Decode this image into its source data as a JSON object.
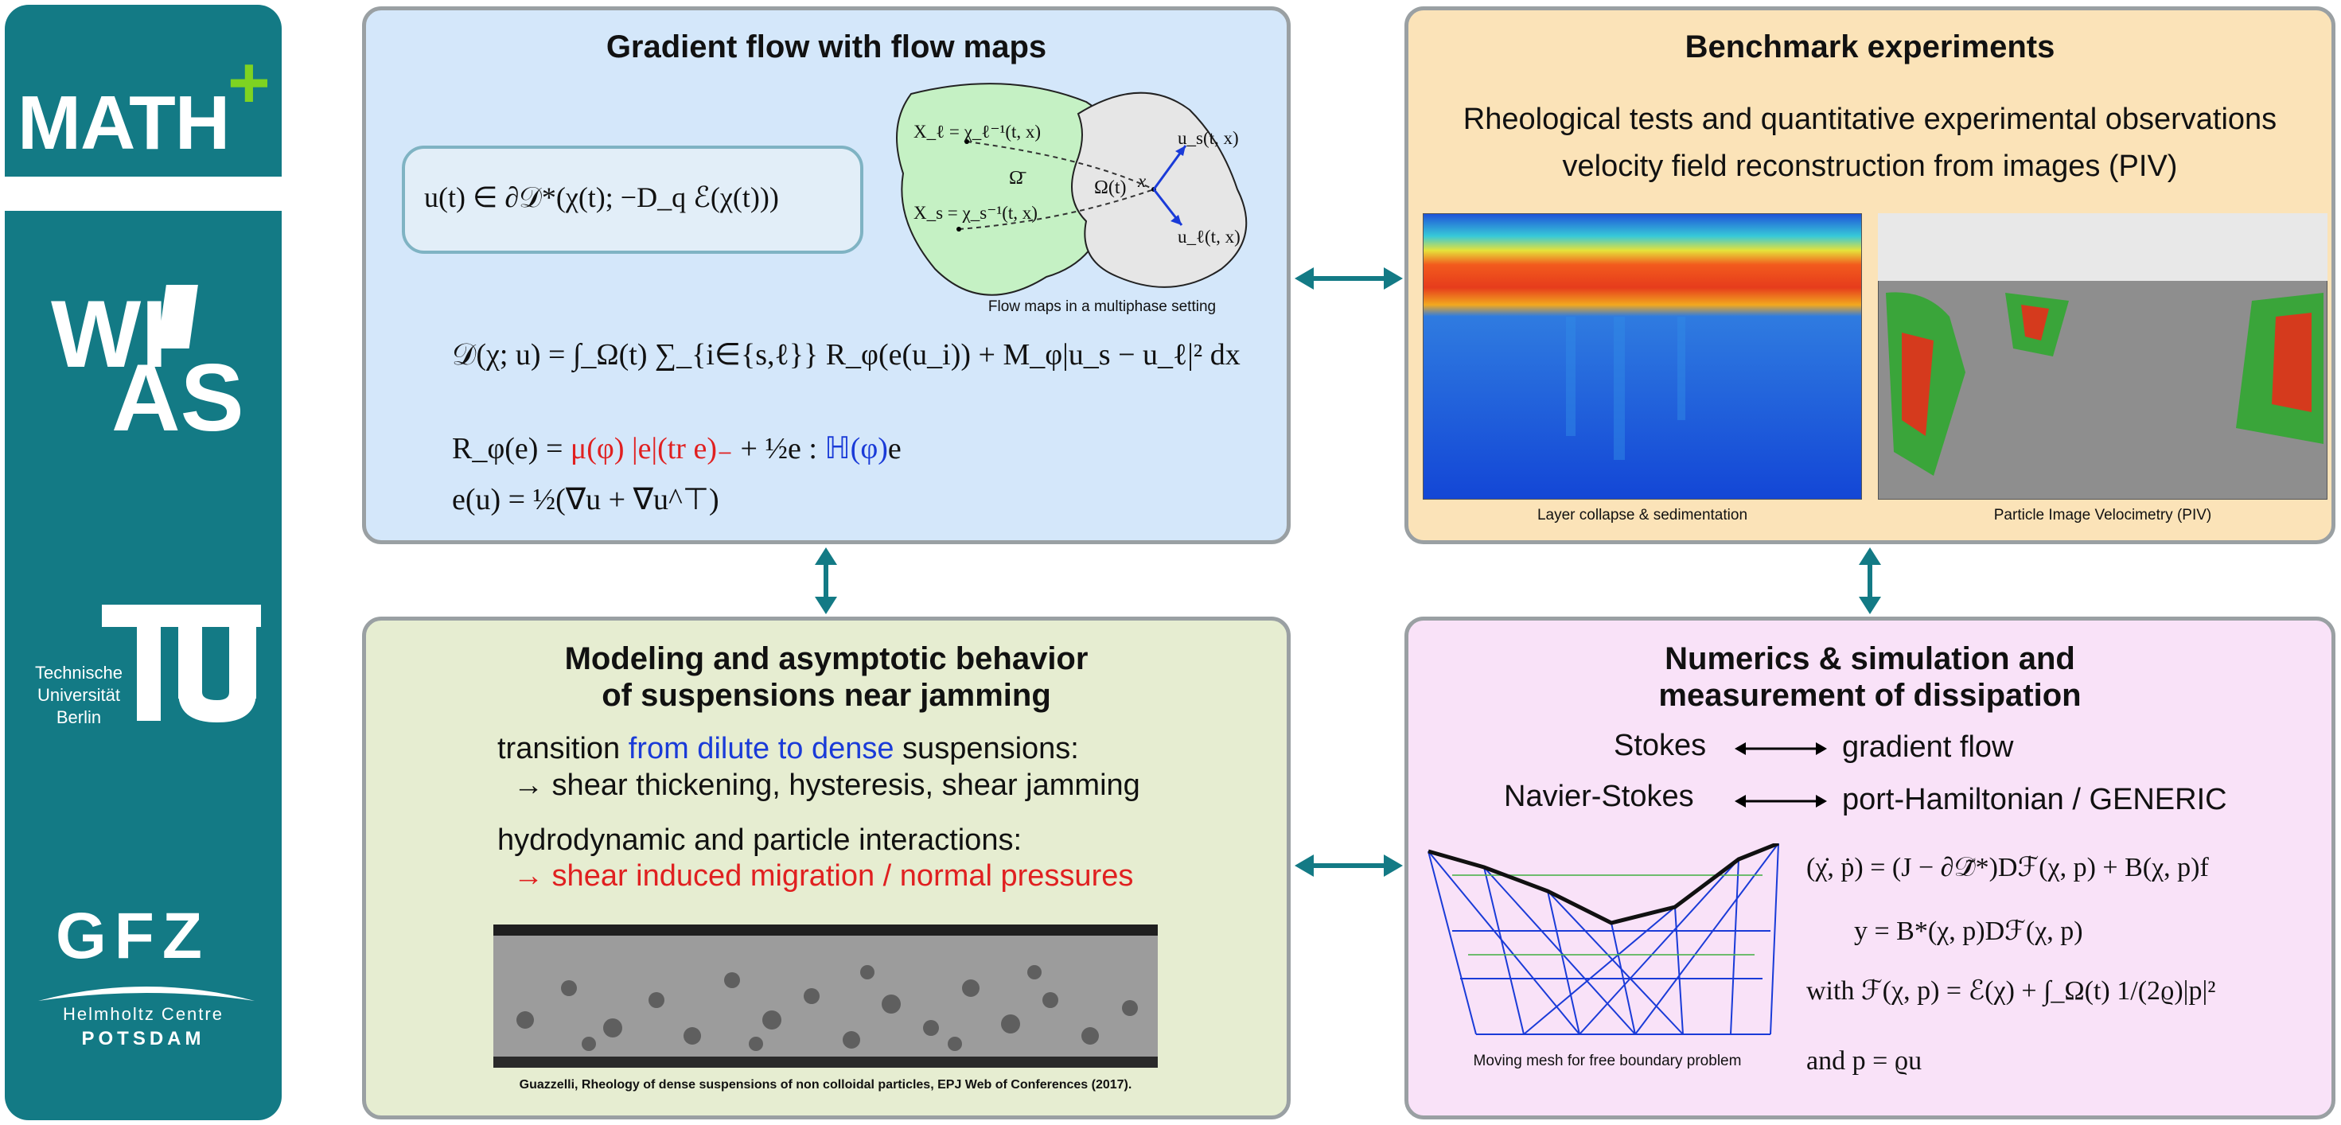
{
  "sidebar": {
    "math_label": "MATH",
    "math_plus": "+",
    "wias_line1": "WI",
    "wias_line2": "AS",
    "tu_line1": "Technische",
    "tu_line2": "Universität",
    "tu_line3": "Berlin",
    "gfz_label": "GFZ",
    "gfz_sub1": "Helmholtz Centre",
    "gfz_sub2": "POTSDAM"
  },
  "gradient": {
    "title": "Gradient flow with flow maps",
    "inclusion": "u(t) ∈ ∂𝒟*(χ(t); −D_q ℰ(χ(t)))",
    "flow_caption": "Flow maps in a multiphase setting",
    "fig_x_ell": "X_ℓ = χ_ℓ⁻¹(t, x)",
    "fig_x_s": "X_s = χ_s⁻¹(t, x)",
    "fig_omega_bar": "Ω̄",
    "fig_omega_t": "Ω(t)",
    "fig_x": "x",
    "fig_us": "u_s(t, x)",
    "fig_ul": "u_ℓ(t, x)",
    "eq_dissipation": "𝒟(χ; u) = ∫_Ω(t) ∑_{i∈{s,ℓ}} R_φ(e(u_i)) + M_φ|u_s − u_ℓ|² dx",
    "eq_r_lhs": "R_φ(e) = ",
    "eq_r_red": "μ(φ) |e|(tr e)₋",
    "eq_r_mid": " + ½e : ",
    "eq_r_blue": "ℍ(φ)",
    "eq_r_end": "e",
    "eq_e": "e(u) = ½(∇u + ∇u^⊤)"
  },
  "benchmark": {
    "title": "Benchmark experiments",
    "line1": "Rheological tests and quantitative experimental observations",
    "line2": "velocity field reconstruction from images (PIV)",
    "caption_left": "Layer collapse & sedimentation",
    "caption_right": "Particle Image Velocimetry (PIV)"
  },
  "modeling": {
    "title_line1": "Modeling and asymptotic behavior",
    "title_line2": "of suspensions near jamming",
    "t1_a": "transition ",
    "t1_b": "from dilute to dense",
    "t1_c": " suspensions:",
    "t2": "→ shear thickening, hysteresis, shear jamming",
    "t3": "hydrodynamic and particle interactions:",
    "t4": "→ shear induced migration / normal pressures",
    "citation": "Guazzelli, Rheology of dense suspensions of non colloidal particles,  EPJ Web of Conferences (2017)."
  },
  "numerics": {
    "title_line1": "Numerics & simulation and",
    "title_line2": "measurement of dissipation",
    "stokes": "Stokes",
    "gradient_flow": "gradient flow",
    "navier_stokes": "Navier-Stokes",
    "port_h": "port-Hamiltonian / GENERIC",
    "eq1": "(χ̇, ṗ) = (J − ∂𝒟̃*)Dℱ(χ, p) + B(χ, p)f",
    "eq2": "y = B*(χ, p)Dℱ(χ, p)",
    "eq3": "with  ℱ(χ, p) = ℰ(χ) + ∫_Ω(t) 1/(2ϱ)|p|²",
    "eq4": "and  p = ϱu",
    "mesh_caption": "Moving mesh for free boundary problem"
  },
  "colors": {
    "teal": "#137a85",
    "arrow": "#137a85",
    "panel_border": "#9aa0a3",
    "blue_panel": "#d4e7fa",
    "orange_panel": "#fbe3b8",
    "green_panel": "#e6edd1",
    "pink_panel": "#f9e2f8"
  }
}
